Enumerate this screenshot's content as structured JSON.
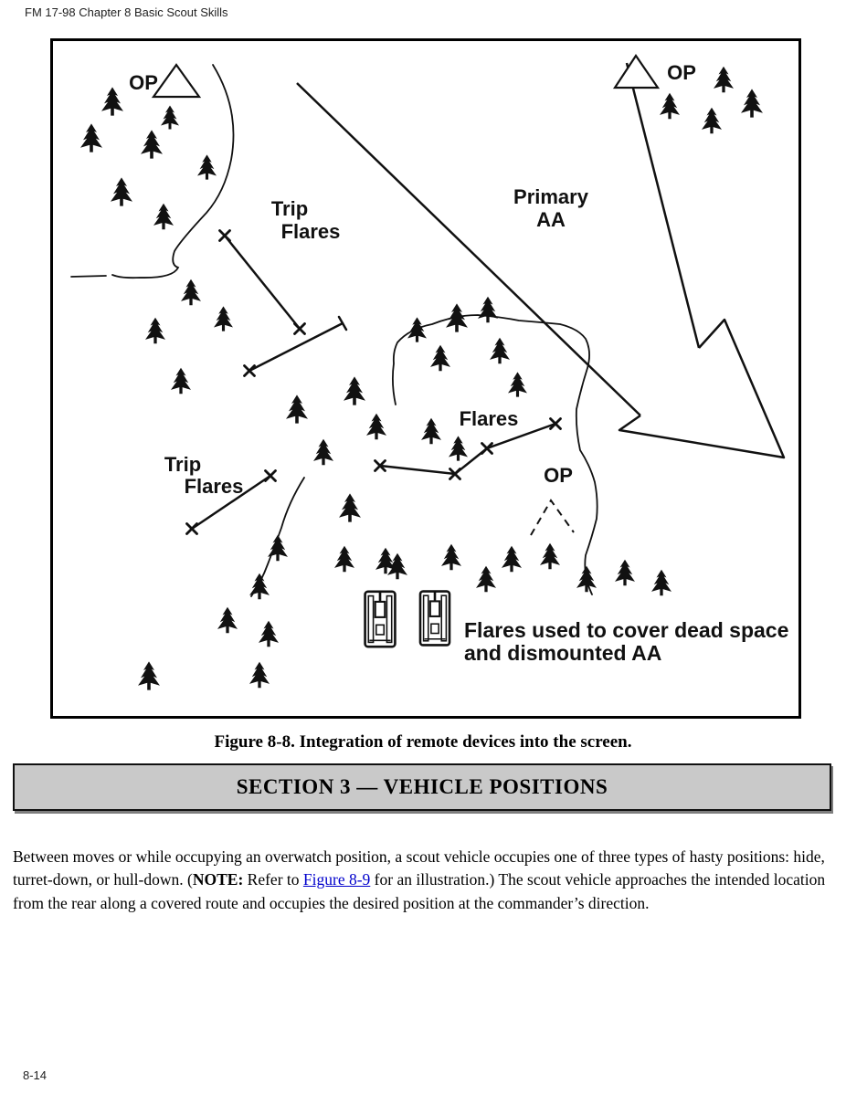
{
  "page": {
    "header": "FM 17-98 Chapter 8 Basic Scout Skills",
    "page_number": "8-14"
  },
  "colors": {
    "link": "#0000cc",
    "section_header_background": "#c9c9c9",
    "diagram_ink": "#111111"
  },
  "figure": {
    "caption": "Figure 8-8. Integration of remote devices into the screen.",
    "labels": {
      "op_top_left": "OP",
      "op_top_right": "OP",
      "op_center": "OP",
      "trip_flares_upper": [
        "Trip",
        "Flares"
      ],
      "trip_flares_lower": [
        "Trip",
        "Flares"
      ],
      "primary_aa": [
        "Primary",
        "AA"
      ],
      "flares": "Flares",
      "dead_space_note": [
        "Flares used to cover dead space",
        "and dismounted AA"
      ]
    }
  },
  "section": {
    "title": "SECTION 3 — VEHICLE POSITIONS"
  },
  "body": {
    "part1": "Between moves or while occupying an overwatch position, a scout vehicle occupies one of three types of hasty positions: hide, turret-down, or hull-down. (",
    "note_label": "NOTE:",
    "part2": " Refer to ",
    "link_text": "Figure 8-9",
    "part3": " for an illustration.) The scout vehicle approaches the intended location from the rear along a covered route and occupies the desired position at the commander’s direction."
  }
}
